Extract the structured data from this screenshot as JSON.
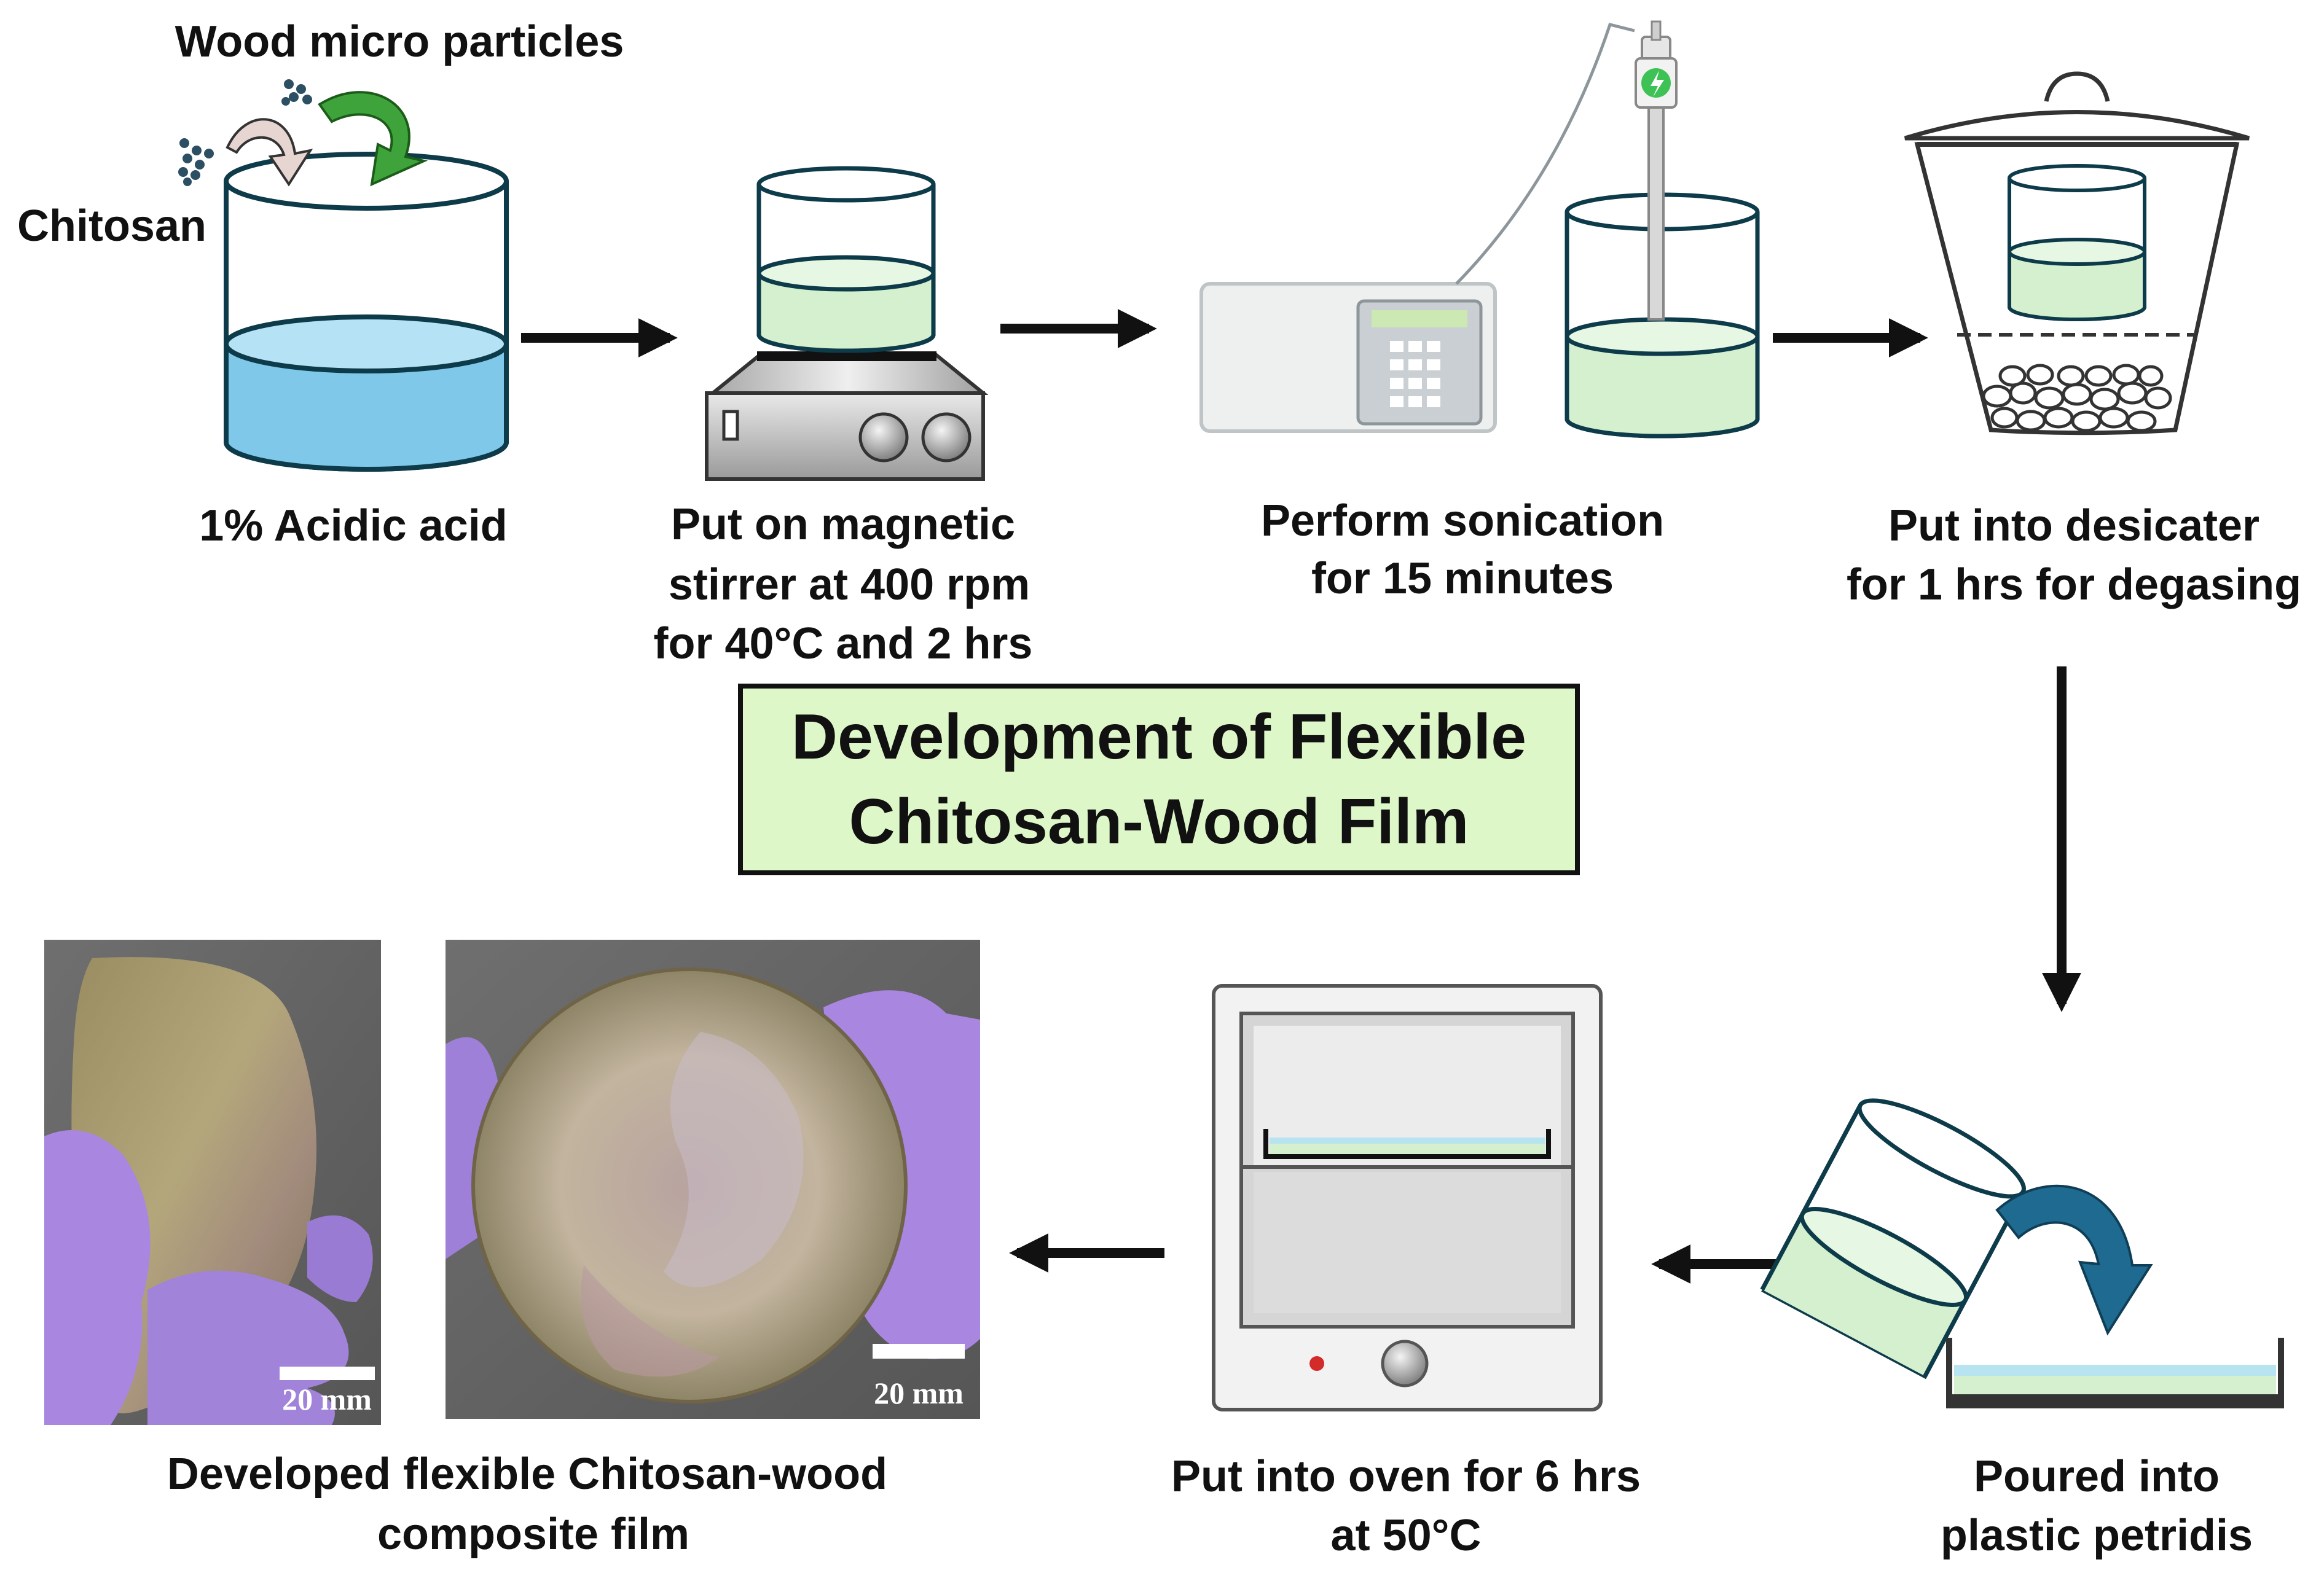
{
  "labels": {
    "wood_particles": "Wood micro particles",
    "chitosan": "Chitosan",
    "acid": "1% Acidic acid",
    "stirrer": [
      "Put on magnetic",
      "stirrer at 400 rpm",
      "for 40°C and 2 hrs"
    ],
    "sonication": [
      "Perform sonication",
      "for 15 minutes"
    ],
    "desiccator": [
      "Put into desicater",
      "for 1 hrs for degasing"
    ],
    "petri": [
      "Poured into",
      "plastic petridis"
    ],
    "oven": [
      "Put into oven for 6 hrs",
      "at 50°C"
    ],
    "film": [
      "Developed flexible Chitosan-wood",
      "composite film"
    ]
  },
  "title": [
    "Development of Flexible",
    "Chitosan-Wood Film"
  ],
  "scale_bars": [
    "20 mm",
    "20 mm"
  ],
  "colors": {
    "acid_liquid": "#7fc8ea",
    "mixture_liquid": "#d4f0cf",
    "title_box": "#def7c9",
    "glove": "#a986e0",
    "film": "#a89a6e",
    "green_arrow": "#3fa33b",
    "blue_arrow": "#1f6a90",
    "arrow": "#111111"
  }
}
